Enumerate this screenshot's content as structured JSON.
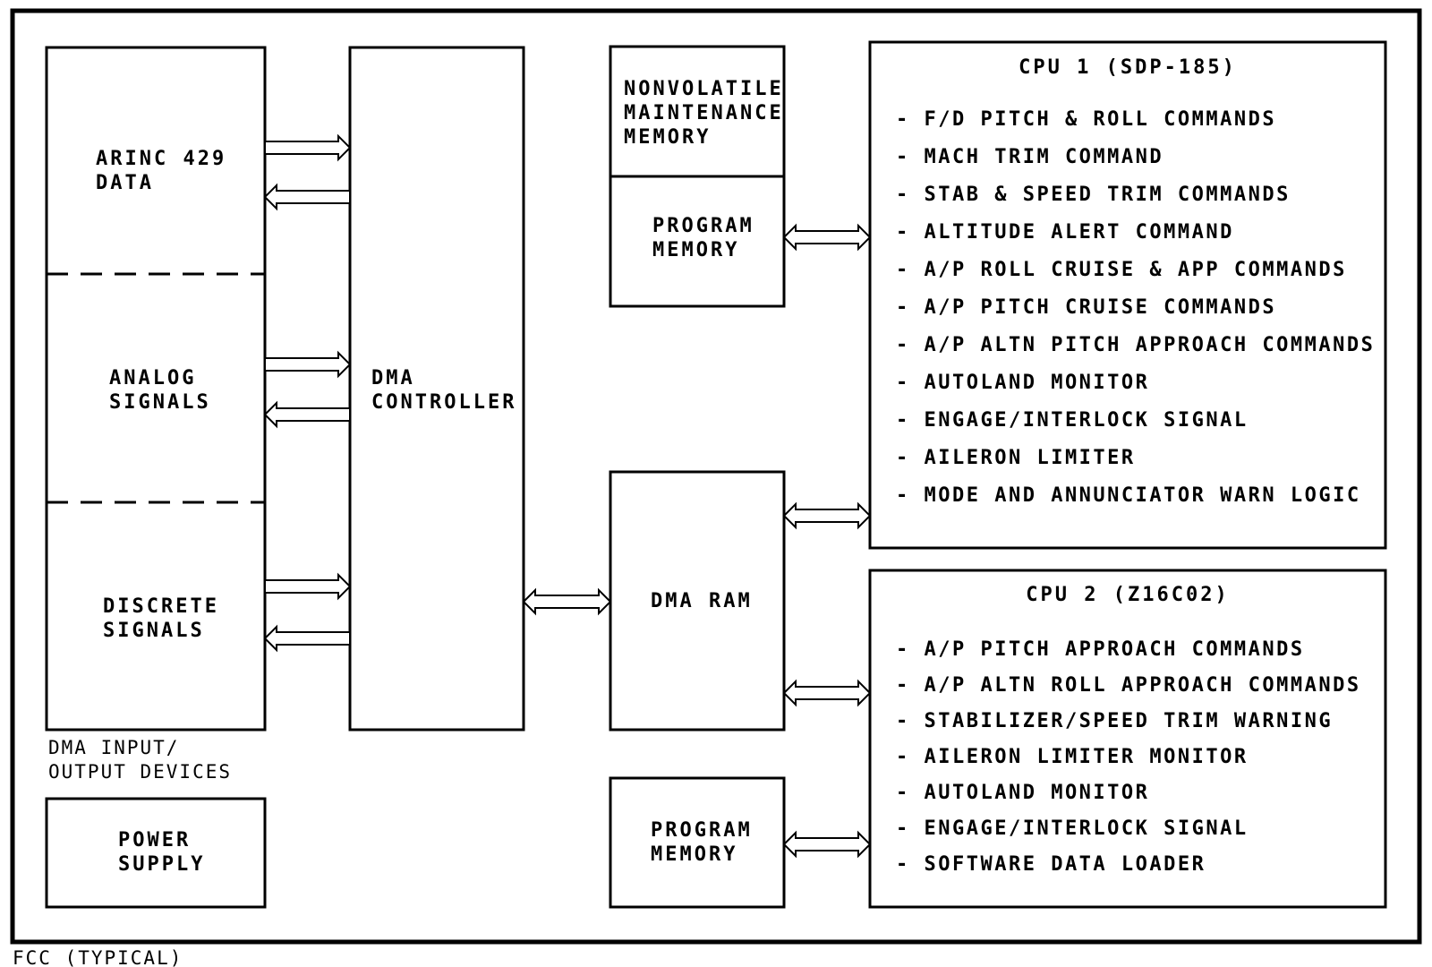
{
  "colors": {
    "stroke": "#000000",
    "background": "#ffffff"
  },
  "caption": "FCC (TYPICAL)",
  "io_group": {
    "label_lines": [
      "DMA INPUT/",
      "OUTPUT DEVICES"
    ],
    "sections": [
      {
        "lines": [
          "ARINC 429",
          "DATA"
        ]
      },
      {
        "lines": [
          "ANALOG",
          "SIGNALS"
        ]
      },
      {
        "lines": [
          "DISCRETE",
          "SIGNALS"
        ]
      }
    ]
  },
  "power_supply": {
    "lines": [
      "POWER",
      "SUPPLY"
    ]
  },
  "dma_controller": {
    "lines": [
      "DMA",
      "CONTROLLER"
    ]
  },
  "nonvolatile_memory": {
    "lines": [
      "NONVOLATILE",
      "MAINTENANCE",
      "MEMORY"
    ]
  },
  "program_memory_1": {
    "lines": [
      "PROGRAM",
      "MEMORY"
    ]
  },
  "dma_ram": {
    "label": "DMA RAM"
  },
  "program_memory_2": {
    "lines": [
      "PROGRAM",
      "MEMORY"
    ]
  },
  "cpu1": {
    "title": "CPU 1 (SDP-185)",
    "items": [
      "- F/D PITCH & ROLL COMMANDS",
      "- MACH TRIM COMMAND",
      "- STAB & SPEED TRIM COMMANDS",
      "- ALTITUDE ALERT COMMAND",
      "- A/P ROLL CRUISE & APP COMMANDS",
      "- A/P PITCH CRUISE COMMANDS",
      "- A/P ALTN PITCH APPROACH COMMANDS",
      "- AUTOLAND MONITOR",
      "- ENGAGE/INTERLOCK SIGNAL",
      "- AILERON LIMITER",
      "- MODE AND ANNUNCIATOR WARN LOGIC"
    ]
  },
  "cpu2": {
    "title": "CPU 2 (Z16C02)",
    "items": [
      "- A/P PITCH APPROACH COMMANDS",
      "- A/P ALTN ROLL APPROACH COMMANDS",
      "- STABILIZER/SPEED TRIM WARNING",
      "- AILERON LIMITER MONITOR",
      "- AUTOLAND MONITOR",
      "- ENGAGE/INTERLOCK SIGNAL",
      "- SOFTWARE DATA LOADER"
    ]
  }
}
